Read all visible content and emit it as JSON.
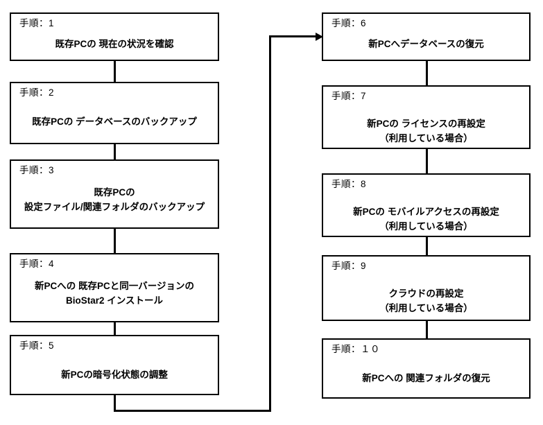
{
  "diagram": {
    "title": "BioStar2 PC migration procedure flowchart",
    "line_color": "#000000",
    "box_border_color": "#000000",
    "box_fill_color": "#ffffff",
    "background_color": "#ffffff"
  },
  "steps": [
    {
      "id": "step-1",
      "number_label": "手順：1",
      "lines": [
        "既存PCの 現在の状況を確認"
      ],
      "column": "left"
    },
    {
      "id": "step-2",
      "number_label": "手順：2",
      "lines": [
        "既存PCの データベースのバックアップ"
      ],
      "column": "left"
    },
    {
      "id": "step-3",
      "number_label": "手順：3",
      "lines": [
        "既存PCの",
        "設定ファイル/関連フォルダのバックアップ"
      ],
      "column": "left"
    },
    {
      "id": "step-4",
      "number_label": "手順：4",
      "lines": [
        "新PCへの 既存PCと同一バージョンの",
        "BioStar2 インストール"
      ],
      "column": "left"
    },
    {
      "id": "step-5",
      "number_label": "手順：5",
      "lines": [
        "新PCの暗号化状態の調整"
      ],
      "column": "left"
    },
    {
      "id": "step-6",
      "number_label": "手順：6",
      "lines": [
        "新PCへデータベースの復元"
      ],
      "column": "right"
    },
    {
      "id": "step-7",
      "number_label": "手順：7",
      "lines": [
        "新PCの ライセンスの再設定",
        "（利用している場合）"
      ],
      "column": "right"
    },
    {
      "id": "step-8",
      "number_label": "手順：8",
      "lines": [
        "新PCの モバイルアクセスの再設定",
        "（利用している場合）"
      ],
      "column": "right"
    },
    {
      "id": "step-9",
      "number_label": "手順：9",
      "lines": [
        "クラウドの再設定",
        "（利用している場合）"
      ],
      "column": "right"
    },
    {
      "id": "step-10",
      "number_label": "手順：１０",
      "lines": [
        "新PCへの 関連フォルダの復元"
      ],
      "column": "right"
    }
  ],
  "connectors": [
    {
      "id": "connector-1-2",
      "from": "step-1",
      "to": "step-2",
      "type": "vertical"
    },
    {
      "id": "connector-2-3",
      "from": "step-2",
      "to": "step-3",
      "type": "vertical"
    },
    {
      "id": "connector-3-4",
      "from": "step-3",
      "to": "step-4",
      "type": "vertical"
    },
    {
      "id": "connector-4-5",
      "from": "step-4",
      "to": "step-5",
      "type": "vertical"
    },
    {
      "id": "connector-5-6",
      "from": "step-5",
      "to": "step-6",
      "type": "elbow-with-arrow"
    },
    {
      "id": "connector-6-7",
      "from": "step-6",
      "to": "step-7",
      "type": "vertical"
    },
    {
      "id": "connector-7-8",
      "from": "step-7",
      "to": "step-8",
      "type": "vertical"
    },
    {
      "id": "connector-8-9",
      "from": "step-8",
      "to": "step-9",
      "type": "vertical"
    },
    {
      "id": "connector-9-10",
      "from": "step-9",
      "to": "step-10",
      "type": "vertical"
    }
  ]
}
